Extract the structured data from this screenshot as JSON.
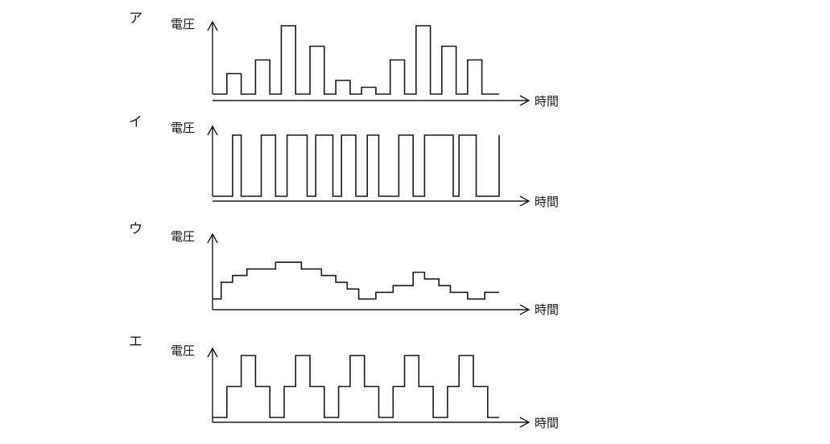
{
  "panels": [
    {
      "label": "ア",
      "ylabel": "電圧",
      "xlabel": "時間",
      "kind": "pulse-amplitude",
      "waveform": [
        [
          0,
          0
        ],
        [
          0.05,
          0.3
        ],
        [
          0.1,
          0
        ],
        [
          0.15,
          0.5
        ],
        [
          0.2,
          0
        ],
        [
          0.24,
          1.0
        ],
        [
          0.29,
          0
        ],
        [
          0.34,
          0.7
        ],
        [
          0.39,
          0
        ],
        [
          0.43,
          0.2
        ],
        [
          0.48,
          0
        ],
        [
          0.52,
          0.1
        ],
        [
          0.57,
          0
        ],
        [
          0.62,
          0.5
        ],
        [
          0.67,
          0
        ],
        [
          0.71,
          1.0
        ],
        [
          0.76,
          0
        ],
        [
          0.8,
          0.7
        ],
        [
          0.85,
          0
        ],
        [
          0.89,
          0.5
        ],
        [
          0.94,
          0
        ],
        [
          1.0,
          0
        ]
      ]
    },
    {
      "label": "イ",
      "ylabel": "電圧",
      "xlabel": "時間",
      "kind": "pulse-width",
      "waveform": [
        [
          0,
          0
        ],
        [
          0.07,
          1
        ],
        [
          0.1,
          0
        ],
        [
          0.17,
          1
        ],
        [
          0.22,
          0
        ],
        [
          0.26,
          1
        ],
        [
          0.33,
          0
        ],
        [
          0.36,
          1
        ],
        [
          0.42,
          0
        ],
        [
          0.45,
          1
        ],
        [
          0.5,
          0
        ],
        [
          0.54,
          1
        ],
        [
          0.58,
          0
        ],
        [
          0.65,
          1
        ],
        [
          0.7,
          0
        ],
        [
          0.74,
          1
        ],
        [
          0.84,
          0
        ],
        [
          0.86,
          1
        ],
        [
          0.92,
          0
        ],
        [
          1.0,
          1
        ]
      ]
    },
    {
      "label": "ウ",
      "ylabel": "電圧",
      "xlabel": "時間",
      "kind": "quantized-analog",
      "waveform": [
        [
          0,
          0.1
        ],
        [
          0.03,
          0.35
        ],
        [
          0.07,
          0.45
        ],
        [
          0.12,
          0.55
        ],
        [
          0.22,
          0.65
        ],
        [
          0.31,
          0.55
        ],
        [
          0.38,
          0.45
        ],
        [
          0.43,
          0.35
        ],
        [
          0.47,
          0.25
        ],
        [
          0.51,
          0.1
        ],
        [
          0.57,
          0.2
        ],
        [
          0.63,
          0.3
        ],
        [
          0.7,
          0.5
        ],
        [
          0.74,
          0.4
        ],
        [
          0.79,
          0.3
        ],
        [
          0.83,
          0.2
        ],
        [
          0.89,
          0.1
        ],
        [
          0.95,
          0.2
        ],
        [
          1.0,
          0.2
        ]
      ]
    },
    {
      "label": "エ",
      "ylabel": "電圧",
      "xlabel": "時間",
      "kind": "stepped-pulse",
      "waveform": [
        [
          0,
          0
        ],
        [
          0.05,
          0.5
        ],
        [
          0.1,
          1.0
        ],
        [
          0.15,
          0.5
        ],
        [
          0.2,
          0
        ],
        [
          0.25,
          0.5
        ],
        [
          0.29,
          1.0
        ],
        [
          0.34,
          0.5
        ],
        [
          0.39,
          0
        ],
        [
          0.44,
          0.5
        ],
        [
          0.48,
          1.0
        ],
        [
          0.53,
          0.5
        ],
        [
          0.58,
          0
        ],
        [
          0.63,
          0.5
        ],
        [
          0.67,
          1.0
        ],
        [
          0.72,
          0.5
        ],
        [
          0.77,
          0
        ],
        [
          0.82,
          0.5
        ],
        [
          0.86,
          1.0
        ],
        [
          0.91,
          0.5
        ],
        [
          0.96,
          0
        ],
        [
          1.0,
          0
        ]
      ]
    }
  ]
}
